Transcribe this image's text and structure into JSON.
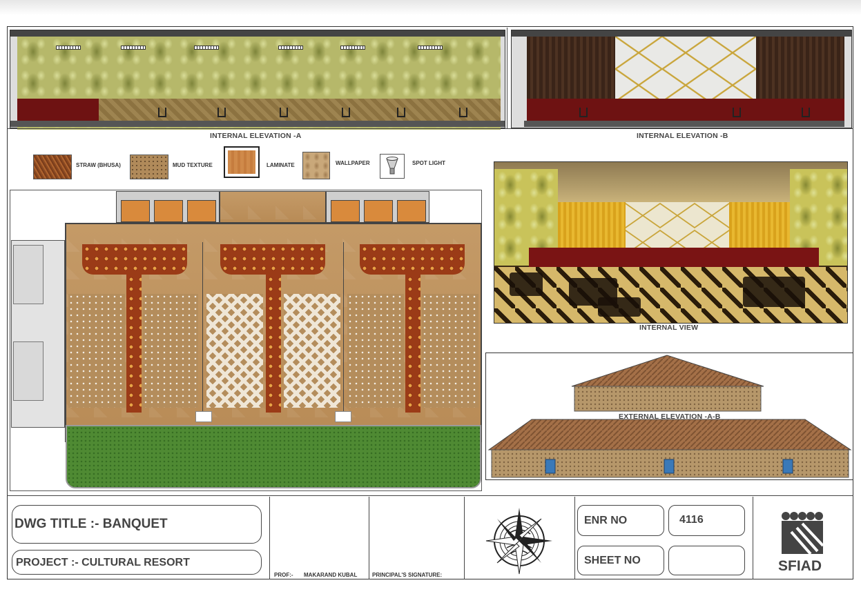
{
  "elevations": {
    "internal_a": "INTERNAL ELEVATION -A",
    "internal_b": "INTERNAL ELEVATION -B",
    "internal_view": "INTERNAL VIEW",
    "external": "EXTERNAL ELEVATION -A-B"
  },
  "legend": {
    "items": [
      {
        "label": "STRAW (BHUSA)",
        "swatch": "straw"
      },
      {
        "label": "MUD TEXTURE",
        "swatch": "mud"
      },
      {
        "label": "LAMINATE",
        "swatch": "laminate"
      },
      {
        "label": "WALLPAPER",
        "swatch": "wallpaper"
      },
      {
        "label": "SPOT LIGHT",
        "swatch": "spotlight-icon"
      }
    ]
  },
  "title_block": {
    "dwg_title": "DWG TITLE :- BANQUET",
    "project": "PROJECT :-  CULTURAL RESORT",
    "prof_label": "PROF:-",
    "prof_name": "MAKARAND KUBAL",
    "principal_signature": "PRINCIPAL'S SIGNATURE:",
    "enr_label": "ENR NO",
    "enr_value": "4116",
    "sheet_label": "SHEET NO",
    "sheet_value": "",
    "logo_text": "SFIAD"
  },
  "colors": {
    "border": "#444444",
    "wallpaper_green": "#b6b86a",
    "maroon": "#6e1212",
    "grass": "#4f8a33",
    "thatch": "#a47048"
  }
}
